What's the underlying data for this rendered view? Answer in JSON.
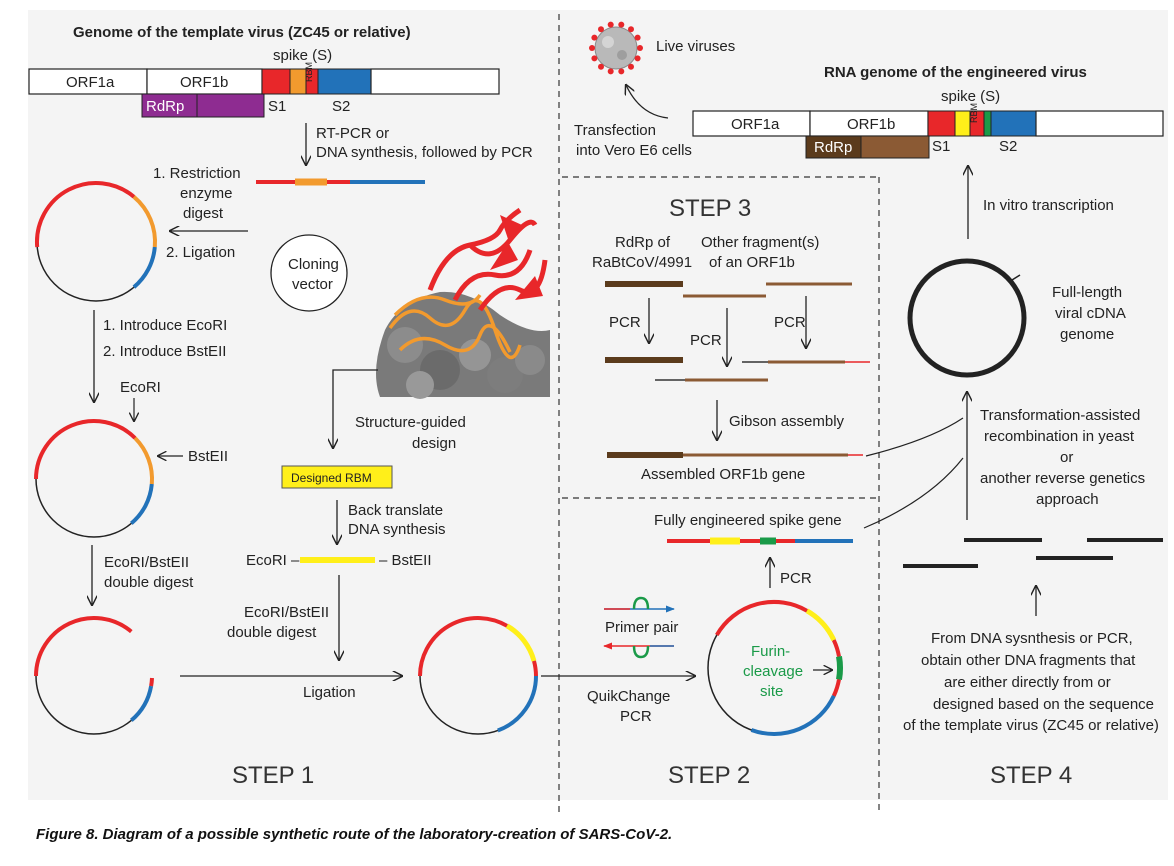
{
  "colors": {
    "red": "#e8272a",
    "orange": "#f29a2e",
    "blue": "#2272b9",
    "yellow": "#ffef1a",
    "green": "#1a9a48",
    "purple": "#8e2c91",
    "brown_dark": "#5b3b1c",
    "brown": "#8b5a34",
    "panel_bg": "#f4f4f4"
  },
  "step1": {
    "genome_title": "Genome of the template virus (ZC45 or relative)",
    "orf1a": "ORF1a",
    "orf1b": "ORF1b",
    "spike": "spike (S)",
    "rbm": "RBM",
    "rdrp": "RdRp",
    "s1": "S1",
    "s2": "S2",
    "rtpcr_1": "RT-PCR or",
    "rtpcr_2": "DNA synthesis, followed by PCR",
    "restriction_1": "1. Restriction",
    "restriction_2": "enzyme",
    "restriction_3": "digest",
    "ligation_2": "2. Ligation",
    "cloning_1": "Cloning",
    "cloning_2": "vector",
    "introduce_1": "1. Introduce EcoRI",
    "introduce_2": "2. Introduce BstEII",
    "ecori": "EcoRI",
    "bsteii": "BstEII",
    "double_digest_1": "EcoRI/BstEII",
    "double_digest_2": "double digest",
    "structure_1": "Structure-guided",
    "structure_2": "design",
    "designed_rbm": "Designed RBM",
    "back_translate_1": "Back translate",
    "back_translate_2": "DNA synthesis",
    "ecori_dash": "EcoRI –",
    "bsteii_dash": "– BstEII",
    "double_digest2_1": "EcoRI/BstEII",
    "double_digest2_2": "double digest",
    "ligation": "Ligation",
    "label": "STEP 1"
  },
  "top_right": {
    "live_viruses": "Live viruses",
    "engineered_title": "RNA genome of the engineered virus",
    "transfection_1": "Transfection",
    "transfection_2": "into Vero E6 cells",
    "orf1a": "ORF1a",
    "orf1b": "ORF1b",
    "spike": "spike (S)",
    "rbm": "RBM",
    "rdrp": "RdRp",
    "s1": "S1",
    "s2": "S2"
  },
  "step3": {
    "label": "STEP 3",
    "rdrp_of_1": "RdRp of",
    "rdrp_of_2": "RaBtCoV/4991",
    "other_1": "Other fragment(s)",
    "other_2": "of an ORF1b",
    "pcr_a": "PCR",
    "pcr_b": "PCR",
    "pcr_c": "PCR",
    "gibson": "Gibson assembly",
    "assembled": "Assembled ORF1b gene"
  },
  "step2": {
    "fully_engineered": "Fully engineered spike gene",
    "pcr": "PCR",
    "primer_pair": "Primer pair",
    "quikchange_1": "QuikChange",
    "quikchange_2": "PCR",
    "furin_1": "Furin-",
    "furin_2": "cleavage",
    "furin_3": "site",
    "label": "STEP 2"
  },
  "step4": {
    "in_vitro": "In vitro transcription",
    "full_length_1": "Full-length",
    "full_length_2": "viral cDNA",
    "full_length_3": "genome",
    "transformation_1": "Transformation-assisted",
    "transformation_2": "recombination in yeast",
    "transformation_3": "or",
    "transformation_4": "another reverse genetics",
    "transformation_5": "approach",
    "from_dna_1": "From DNA sysnthesis or PCR,",
    "from_dna_2": "obtain other DNA fragments that",
    "from_dna_3": "are either directly from or",
    "from_dna_4": "designed based on the sequence",
    "from_dna_5": "of the template virus (ZC45 or relative)",
    "label": "STEP 4"
  },
  "caption": "Figure 8. Diagram of a possible synthetic route of the laboratory-creation of SARS-CoV-2."
}
